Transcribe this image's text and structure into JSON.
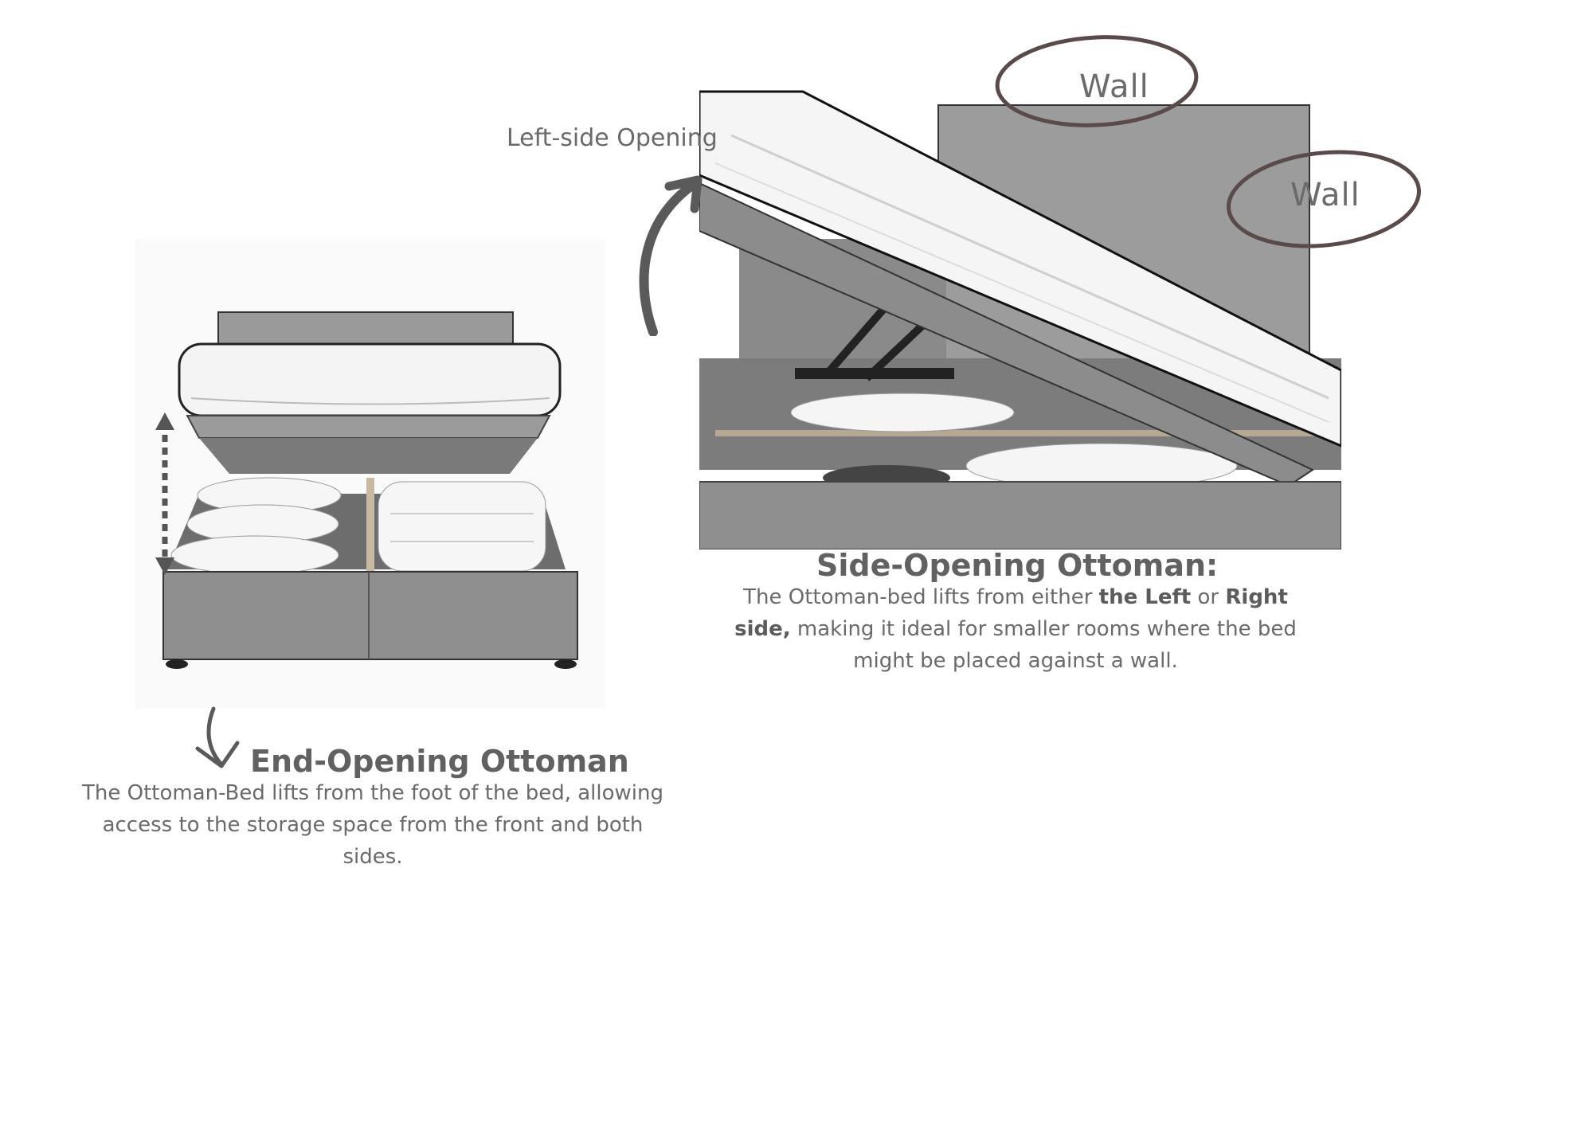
{
  "side": {
    "callout_opening": "Left-side Opening",
    "wall_label_top": "Wall",
    "wall_label_right": "Wall",
    "title": "Side-Opening Ottoman:",
    "desc_prefix": "The Ottoman-bed lifts from either ",
    "desc_bold_left": "the Left",
    "desc_or": " or ",
    "desc_bold_right": "Right side,",
    "desc_rest": "making it ideal for smaller rooms where the bed might be placed against a wall."
  },
  "end": {
    "title": "End-Opening Ottoman",
    "desc": "The Ottoman-Bed lifts from the foot of the bed, allowing access to the storage space from the front and both sides."
  },
  "colors": {
    "text": "#616161",
    "fabric": "#8f8f8f",
    "ellipse": "#5a4a4a"
  }
}
